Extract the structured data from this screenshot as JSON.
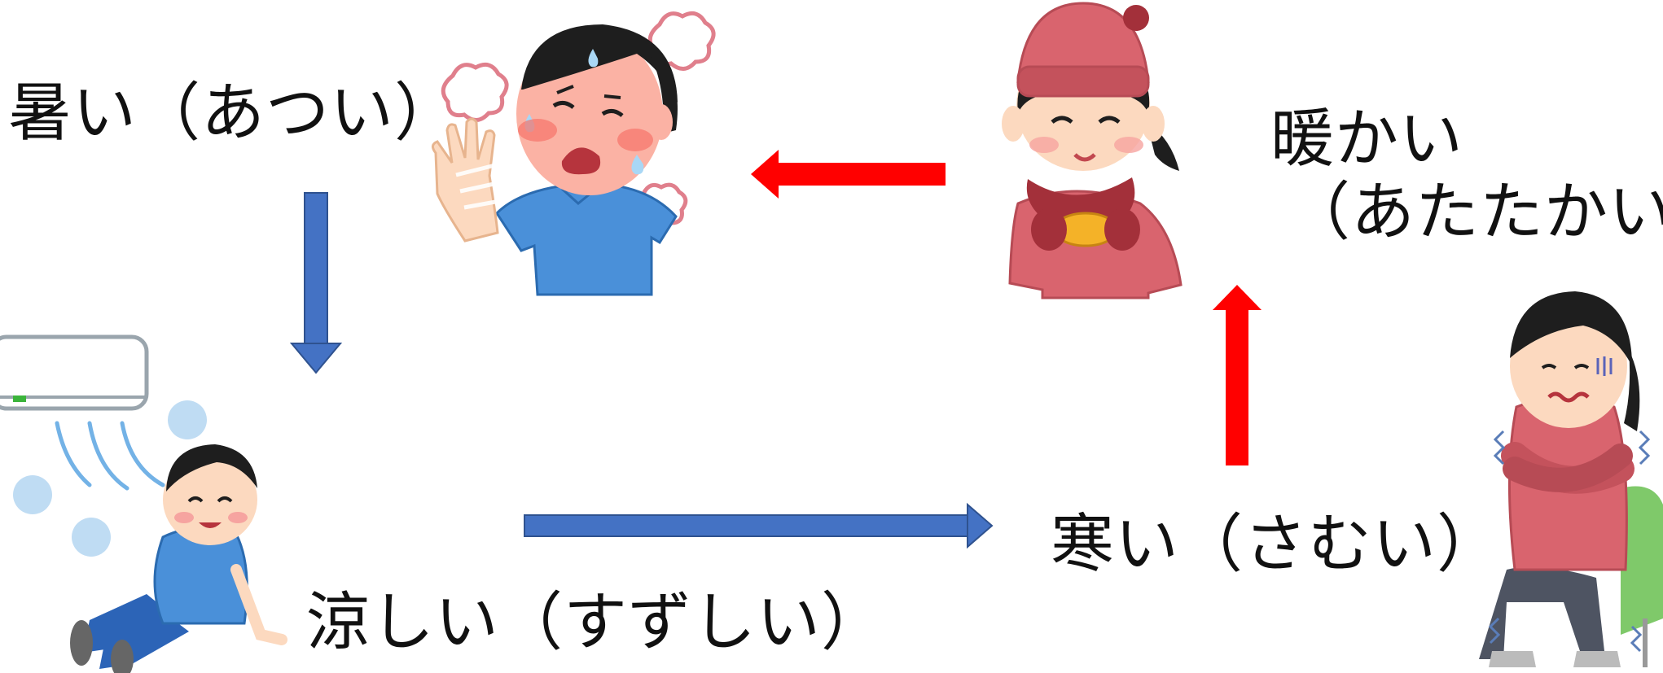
{
  "labels": {
    "hot": "暑い（あつい）",
    "warm_kanji": "暖かい",
    "warm_reading": "（あたたかい）",
    "cool": "涼しい（すずしい）",
    "cold": "寒い（さむい）"
  },
  "colors": {
    "arrow_blue": "#4472c4",
    "arrow_red": "#ff0000",
    "shirt_blue": "#4a90d9",
    "sweater_pink": "#d9646e",
    "skin": "#fcd9bf",
    "hair": "#1e1e1e"
  },
  "arrows": [
    {
      "from": "hot",
      "to": "cool",
      "color": "blue"
    },
    {
      "from": "cool",
      "to": "cold",
      "color": "blue"
    },
    {
      "from": "cold",
      "to": "warm",
      "color": "red"
    },
    {
      "from": "warm",
      "to": "hot",
      "color": "red"
    }
  ],
  "illustrations": [
    "hot-sweating-man",
    "warm-woman-with-hat",
    "cool-boy-under-aircon",
    "cold-shivering-woman"
  ]
}
